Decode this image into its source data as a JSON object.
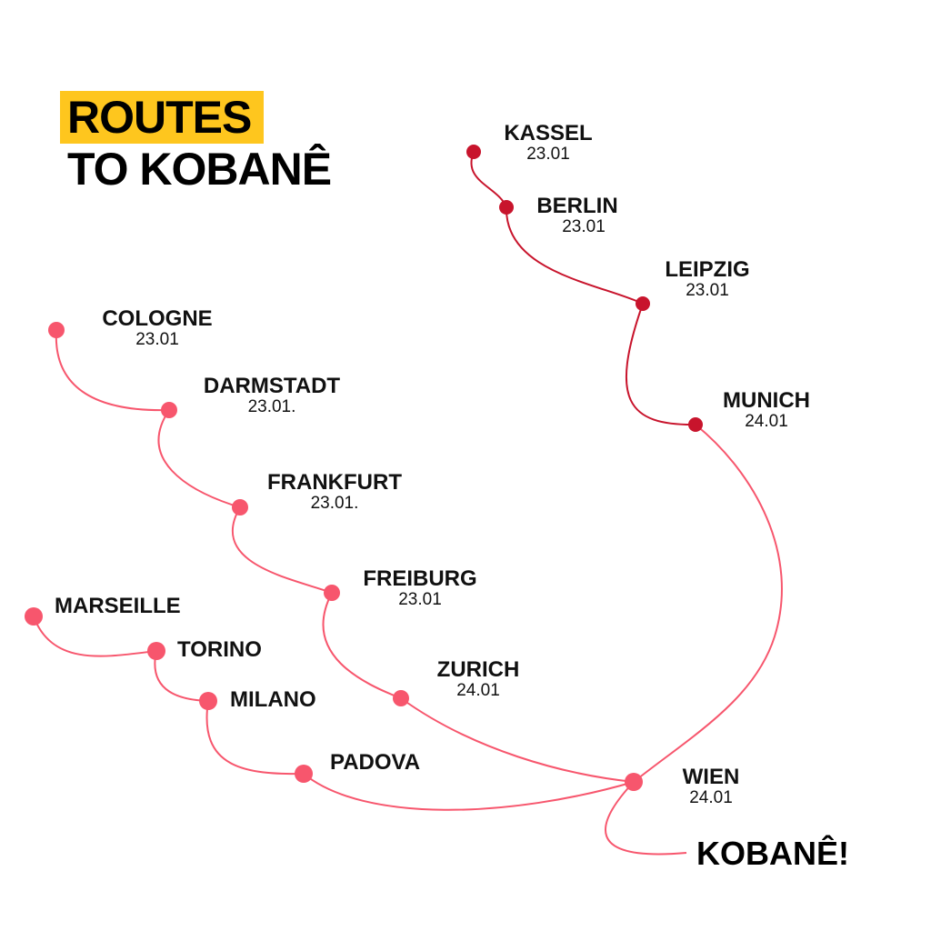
{
  "title": {
    "line1": "ROUTES",
    "line2": "TO KOBANÊ"
  },
  "colors": {
    "highlight": "#fec61e",
    "route_main": "#f7566d",
    "route_north": "#c8142c"
  },
  "stops": {
    "kassel": {
      "name": "KASSEL",
      "date": "23.01"
    },
    "berlin": {
      "name": "BERLIN",
      "date": "23.01"
    },
    "leipzig": {
      "name": "LEIPZIG",
      "date": "23.01"
    },
    "munich": {
      "name": "MUNICH",
      "date": "24.01"
    },
    "cologne": {
      "name": "COLOGNE",
      "date": "23.01"
    },
    "darmstadt": {
      "name": "DARMSTADT",
      "date": "23.01."
    },
    "frankfurt": {
      "name": "FRANKFURT",
      "date": "23.01."
    },
    "freiburg": {
      "name": "FREIBURG",
      "date": "23.01"
    },
    "zurich": {
      "name": "ZURICH",
      "date": "24.01"
    },
    "marseille": {
      "name": "MARSEILLE"
    },
    "torino": {
      "name": "TORINO"
    },
    "milano": {
      "name": "MILANO"
    },
    "padova": {
      "name": "PADOVA"
    },
    "wien": {
      "name": "WIEN",
      "date": "24.01"
    }
  },
  "destination": "KOBANÊ!"
}
